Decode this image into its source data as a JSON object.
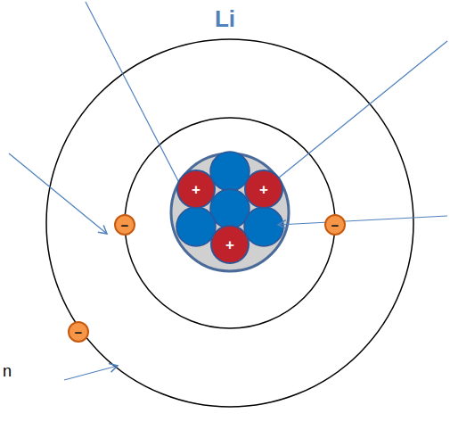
{
  "diagram": {
    "title": "Li",
    "nodes": [
      {
        "text": [
          "+"
        ]
      },
      {
        "text": [
          "+"
        ]
      },
      {
        "text": [
          "−"
        ]
      },
      {
        "text": [
          "−"
        ]
      },
      {
        "text": [
          "+"
        ]
      },
      {
        "text": [
          "−"
        ]
      }
    ],
    "labels": [
      "n"
    ]
  }
}
